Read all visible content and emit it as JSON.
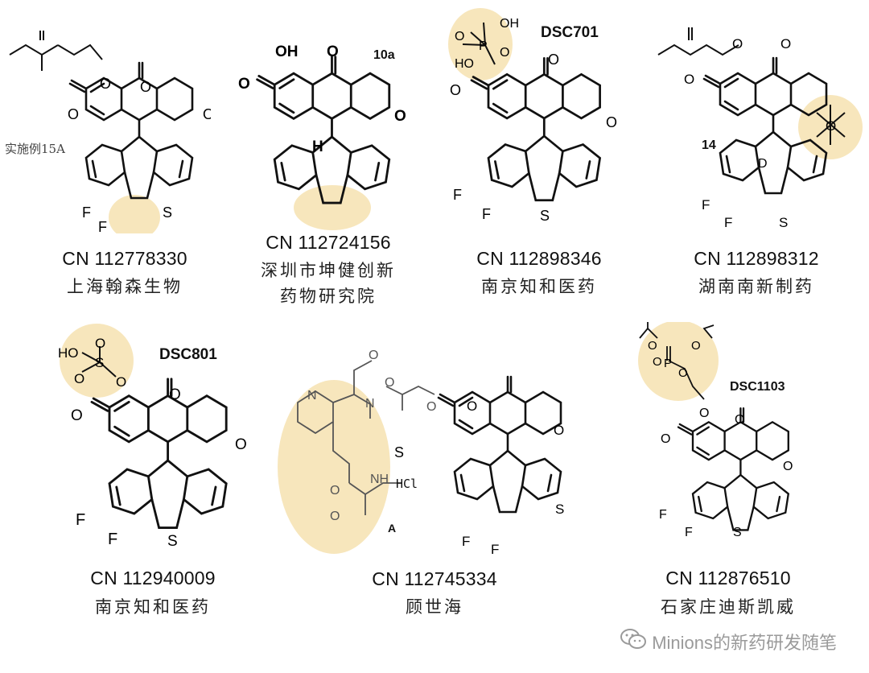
{
  "colors": {
    "highlight": "#f6e2b0",
    "ink": "#111111",
    "watermark": "#9a9a9a"
  },
  "compounds": [
    {
      "patent": "CN 112778330",
      "company": "上海翰森生物",
      "example_label": "实施例15A",
      "compound_label": ""
    },
    {
      "patent": "CN 112724156",
      "company_line1": "深圳市坤健创新",
      "company_line2": "药物研究院",
      "compound_label": "10a"
    },
    {
      "patent": "CN 112898346",
      "company": "南京知和医药",
      "compound_label": "DSC701"
    },
    {
      "patent": "CN 112898312",
      "company": "湖南南新制药",
      "compound_label": "14"
    },
    {
      "patent": "CN 112940009",
      "company": "南京知和医药",
      "compound_label": "DSC801"
    },
    {
      "patent": "CN 112745334",
      "company": "顾世海",
      "compound_label": "A",
      "salt_label": "HCl"
    },
    {
      "patent": "CN 112876510",
      "company": "石家庄迪斯凯威",
      "compound_label": "DSC1103"
    }
  ],
  "atoms": {
    "O": "O",
    "N": "N",
    "F": "F",
    "S": "S",
    "H": "H",
    "D": "D",
    "P": "P",
    "OH": "OH",
    "HO": "HO",
    "NH": "NH"
  },
  "watermark": {
    "icon": "wechat-icon",
    "text": "Minions的新药研发随笔"
  }
}
